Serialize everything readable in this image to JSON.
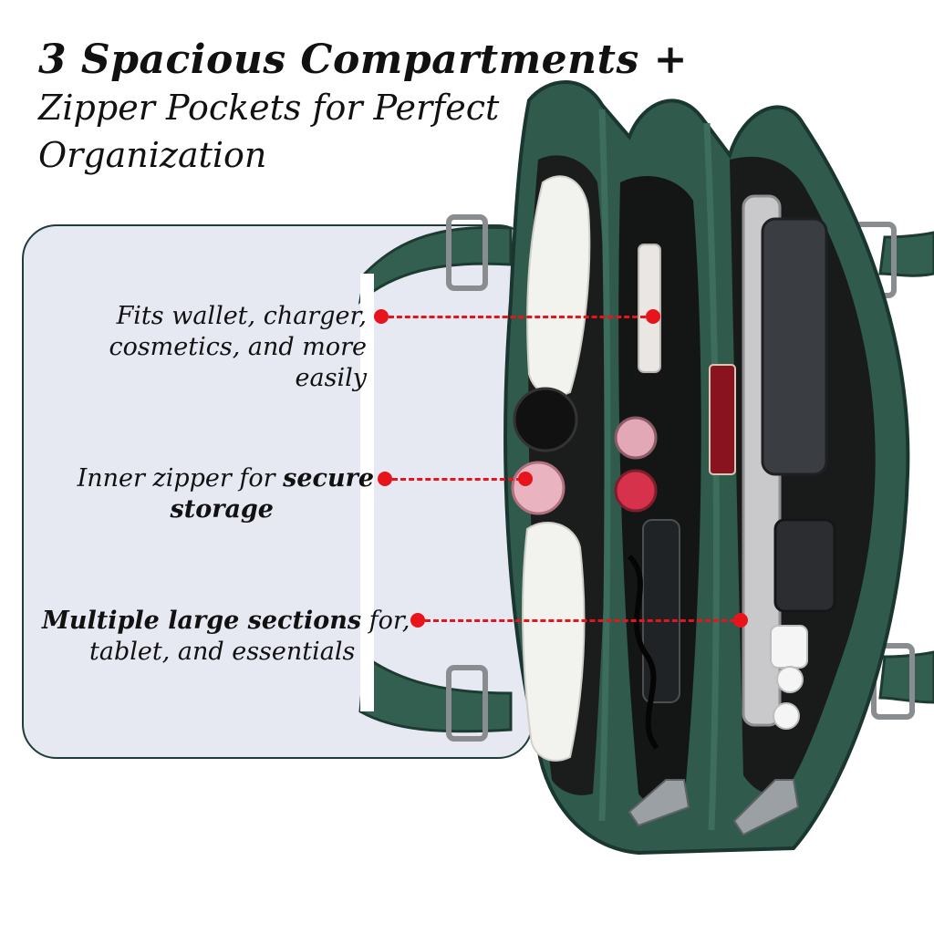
{
  "headline": {
    "title": "3 Spacious Compartments +",
    "subtitle_line1": "Zipper Pockets for Perfect",
    "subtitle_line2": "Organization"
  },
  "callouts": [
    {
      "line1": "Fits wallet, charger,",
      "line2": "cosmetics, and more easily"
    },
    {
      "line1_plain": "Inner zipper for ",
      "line1_bold": "secure",
      "line2_bold": "storage"
    },
    {
      "line1_bold": "Multiple large sections",
      "line1_plain": " for,",
      "line2": "tablet, and essentials"
    }
  ],
  "colors": {
    "bag_green": "#2f5a4c",
    "callout_red": "#e8141b",
    "panel_bg": "#e6e8f2"
  }
}
